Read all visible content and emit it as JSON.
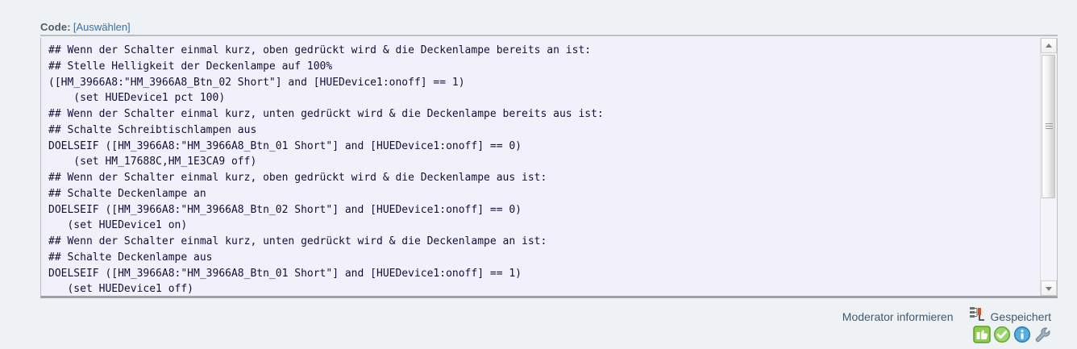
{
  "code_block": {
    "label": "Code:",
    "select_link": "[Auswählen]",
    "content": "## Wenn der Schalter einmal kurz, oben gedrückt wird & die Deckenlampe bereits an ist:\n## Stelle Helligkeit der Deckenlampe auf 100%\n([HM_3966A8:\"HM_3966A8_Btn_02 Short\"] and [HUEDevice1:onoff] == 1)\n    (set HUEDevice1 pct 100)\n## Wenn der Schalter einmal kurz, unten gedrückt wird & die Deckenlampe bereits aus ist:\n## Schalte Schreibtischlampen aus\nDOELSEIF ([HM_3966A8:\"HM_3966A8_Btn_01 Short\"] and [HUEDevice1:onoff] == 0)\n    (set HM_17688C,HM_1E3CA9 off)\n## Wenn der Schalter einmal kurz, oben gedrückt wird & die Deckenlampe aus ist:\n## Schalte Deckenlampe an\nDOELSEIF ([HM_3966A8:\"HM_3966A8_Btn_02 Short\"] and [HUEDevice1:onoff] == 0)\n   (set HUEDevice1 on)\n## Wenn der Schalter einmal kurz, unten gedrückt wird & die Deckenlampe an ist:\n## Schalte Deckenlampe aus\nDOELSEIF ([HM_3966A8:\"HM_3966A8_Btn_01 Short\"] and [HUEDevice1:onoff] == 1)\n   (set HUEDevice1 off)"
  },
  "scrollbar": {
    "up_arrow": "scroll-up-arrow",
    "down_arrow": "scroll-down-arrow",
    "thumb": "scroll-thumb"
  },
  "footer": {
    "moderator_link": "Moderator informieren",
    "saved_text": "Gespeichert",
    "saved_icon": "tree-hierarchy-icon",
    "action_icons": [
      {
        "name": "thumbs-up-icon",
        "color": "#7ac143"
      },
      {
        "name": "check-circle-icon",
        "color": "#7ac143"
      },
      {
        "name": "info-circle-icon",
        "color": "#3b9fd4"
      },
      {
        "name": "wrench-icon",
        "color": "#7f95a8"
      }
    ]
  },
  "colors": {
    "page_background": "#eef2f5",
    "code_background": "#f2f1fb",
    "code_text": "#101038",
    "link": "#3a6ea5",
    "label": "#4c5b66",
    "footer_text": "#3d5a73",
    "border": "#9aa0a6"
  }
}
